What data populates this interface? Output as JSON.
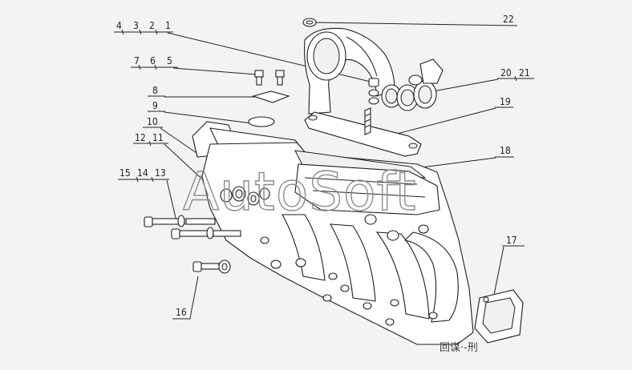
{
  "diagram": {
    "labels": [
      {
        "id": "1",
        "text": "1"
      },
      {
        "id": "2",
        "text": "2"
      },
      {
        "id": "3",
        "text": "3"
      },
      {
        "id": "4",
        "text": "4"
      },
      {
        "id": "5",
        "text": "5"
      },
      {
        "id": "6",
        "text": "6"
      },
      {
        "id": "7",
        "text": "7"
      },
      {
        "id": "8",
        "text": "8"
      },
      {
        "id": "9",
        "text": "9"
      },
      {
        "id": "10",
        "text": "10"
      },
      {
        "id": "11",
        "text": "11"
      },
      {
        "id": "12",
        "text": "12"
      },
      {
        "id": "13",
        "text": "13"
      },
      {
        "id": "14",
        "text": "14"
      },
      {
        "id": "15",
        "text": "15"
      },
      {
        "id": "16",
        "text": "16"
      },
      {
        "id": "17",
        "text": "17"
      },
      {
        "id": "18",
        "text": "18"
      },
      {
        "id": "19",
        "text": "19"
      },
      {
        "id": "20",
        "text": "20"
      },
      {
        "id": "21",
        "text": "21"
      },
      {
        "id": "22",
        "text": "22"
      }
    ],
    "watermark": "AutoSoft",
    "footer_code": "回谋·-刑"
  }
}
